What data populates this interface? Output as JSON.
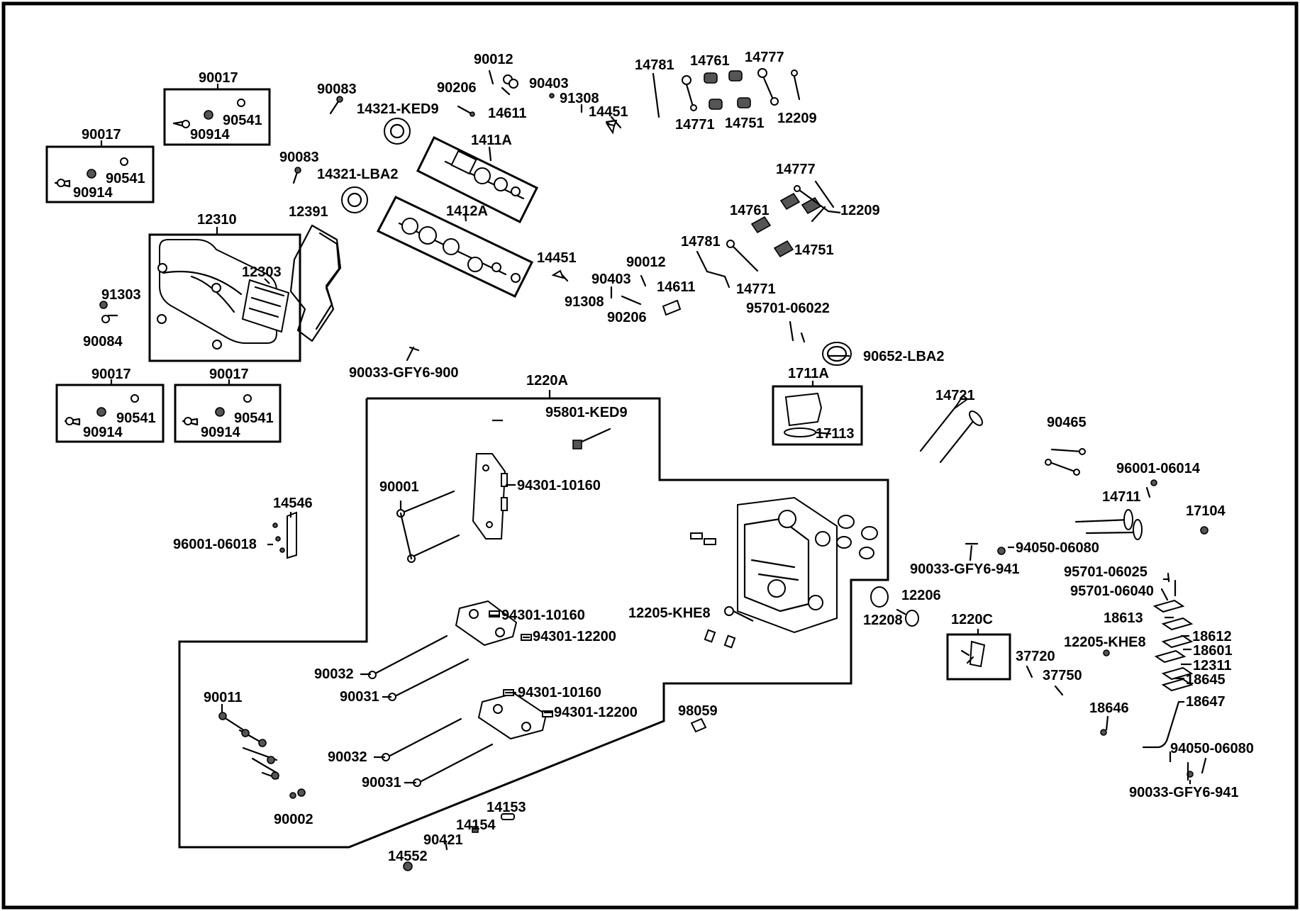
{
  "labels": {
    "p90017_a": "90017",
    "p90914_a": "90914",
    "p90541_a": "90541",
    "p90017_b": "90017",
    "p90914_b": "90914",
    "p90541_b": "90541",
    "p90017_c": "90017",
    "p90914_c": "90914",
    "p90541_c": "90541",
    "p90017_d": "90017",
    "p90914_d": "90914",
    "p90541_d": "90541",
    "p12310": "12310",
    "p12303": "12303",
    "p91303": "91303",
    "p90084": "90084",
    "p90083_a": "90083",
    "p90083_b": "90083",
    "p14321_ked9": "14321-KED9",
    "p14321_lba2": "14321-LBA2",
    "p12391": "12391",
    "p90012_a": "90012",
    "p90206_a": "90206",
    "p14611_a": "14611",
    "p90403_a": "90403",
    "p91308_a": "91308",
    "p14451_a": "14451",
    "p1411a": "1411A",
    "p1412a": "1412A",
    "p14781_a": "14781",
    "p14761_a": "14761",
    "p14777_a": "14777",
    "p14771_a": "14771",
    "p14751_a": "14751",
    "p12209_a": "12209",
    "p14777_b": "14777",
    "p14761_b": "14761",
    "p12209_b": "12209",
    "p14751_b": "14751",
    "p14781_b": "14781",
    "p14771_b": "14771",
    "p14451_b": "14451",
    "p90012_b": "90012",
    "p90403_b": "90403",
    "p14611_b": "14611",
    "p91308_b": "91308",
    "p90206_b": "90206",
    "p95701_06022": "95701-06022",
    "p90652_lba2": "90652-LBA2",
    "p1711a": "1711A",
    "p17113": "17113",
    "p90033_gfy6_900": "90033-GFY6-900",
    "p1220a": "1220A",
    "p95801_ked9": "95801-KED9",
    "p90001": "90001",
    "p94301_10160_a": "94301-10160",
    "p14546": "14546",
    "p96001_06018": "96001-06018",
    "p94301_10160_b": "94301-10160",
    "p94301_12200_a": "94301-12200",
    "p90032_a": "90032",
    "p90031_a": "90031",
    "p94301_10160_c": "94301-10160",
    "p94301_12200_b": "94301-12200",
    "p90032_b": "90032",
    "p90031_b": "90031",
    "p90011": "90011",
    "p90002": "90002",
    "p12205_khe8_a": "12205-KHE8",
    "p98059": "98059",
    "p14153": "14153",
    "p14154": "14154",
    "p90421": "90421",
    "p14552": "14552",
    "p12206": "12206",
    "p12208": "12208",
    "p14721": "14721",
    "p90465": "90465",
    "p96001_06014": "96001-06014",
    "p14711": "14711",
    "p17104": "17104",
    "p90033_gfy6_941_a": "90033-GFY6-941",
    "p94050_06080_a": "94050-06080",
    "p95701_06025": "95701-06025",
    "p95701_06040": "95701-06040",
    "p1220c": "1220C",
    "p18613": "18613",
    "p18612": "18612",
    "p12205_khe8_b": "12205-KHE8",
    "p18601": "18601",
    "p12311": "12311",
    "p18645": "18645",
    "p37720": "37720",
    "p37750": "37750",
    "p18646": "18646",
    "p18647": "18647",
    "p94050_06080_b": "94050-06080",
    "p90033_gfy6_941_b": "90033-GFY6-941"
  }
}
